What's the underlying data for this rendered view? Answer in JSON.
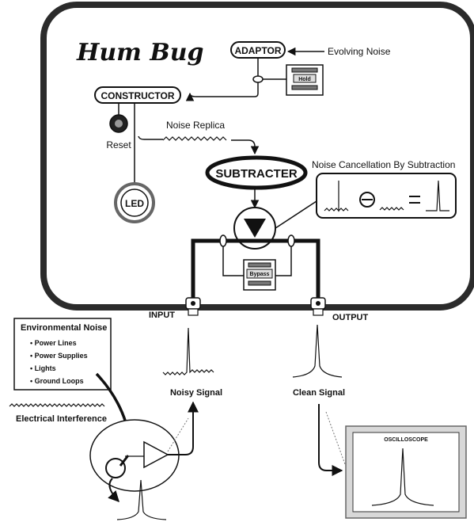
{
  "device": {
    "title": "Hum Bug",
    "adaptor_label": "ADAPTOR",
    "evolving_noise_label": "Evolving Noise",
    "hold_label": "Hold",
    "constructor_label": "CONSTRUCTOR",
    "reset_label": "Reset",
    "noise_replica_label": "Noise Replica",
    "subtracter_label": "SUBTRACTER",
    "led_label": "LED",
    "cancellation_label": "Noise Cancellation By Subtraction",
    "bypass_label": "Bypass"
  },
  "signals": {
    "input_label": "INPUT",
    "output_label": "OUTPUT",
    "noisy_signal_label": "Noisy Signal",
    "clean_signal_label": "Clean Signal"
  },
  "environment": {
    "title": "Environmental Noise",
    "items": [
      "• Power Lines",
      "• Power Supplies",
      "• Lights",
      "• Ground Loops"
    ],
    "interference_label": "Electrical Interference"
  },
  "oscilloscope": {
    "label": "OSCILLOSCOPE"
  },
  "colors": {
    "outline": "#111111",
    "device_fill": "#ffffff",
    "device_border": "#2b2b2b"
  }
}
